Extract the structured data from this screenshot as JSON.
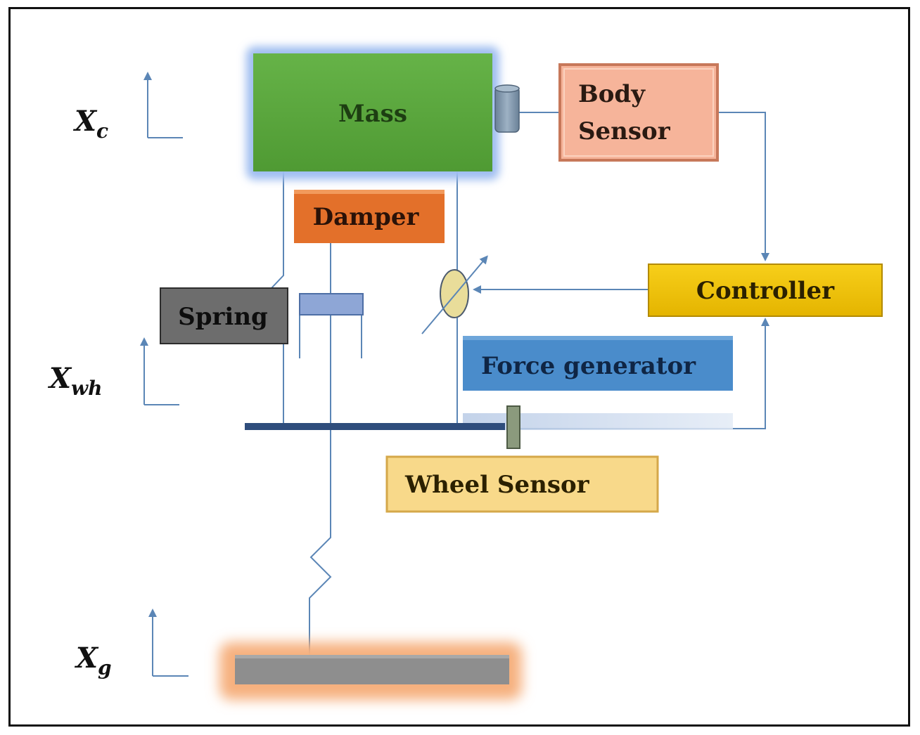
{
  "labels": {
    "mass": "Mass",
    "body_sensor_line1": "Body",
    "body_sensor_line2": "Sensor",
    "damper": "Damper",
    "controller": "Controller",
    "spring": "Spring",
    "force_generator": "Force generator",
    "wheel_sensor": "Wheel Sensor"
  },
  "axes": {
    "xc_main": "X",
    "xc_sub": "c",
    "xwh_main": "X",
    "xwh_sub": "wh",
    "xg_main": "X",
    "xg_sub": "g"
  },
  "colors": {
    "mass": "#5aa83c",
    "mass_glow": "#9fbdf0",
    "body_sensor": "#f6b49a",
    "damper": "#e3702a",
    "controller": "#f2c40a",
    "spring": "#6d6d6d",
    "force_generator": "#4a8ccb",
    "wheel_sensor": "#f8d98a",
    "ground": "#8e8e8e",
    "ground_glow": "#f6b07e",
    "line": "#5b86b6",
    "axle": "#2f4d7c"
  }
}
